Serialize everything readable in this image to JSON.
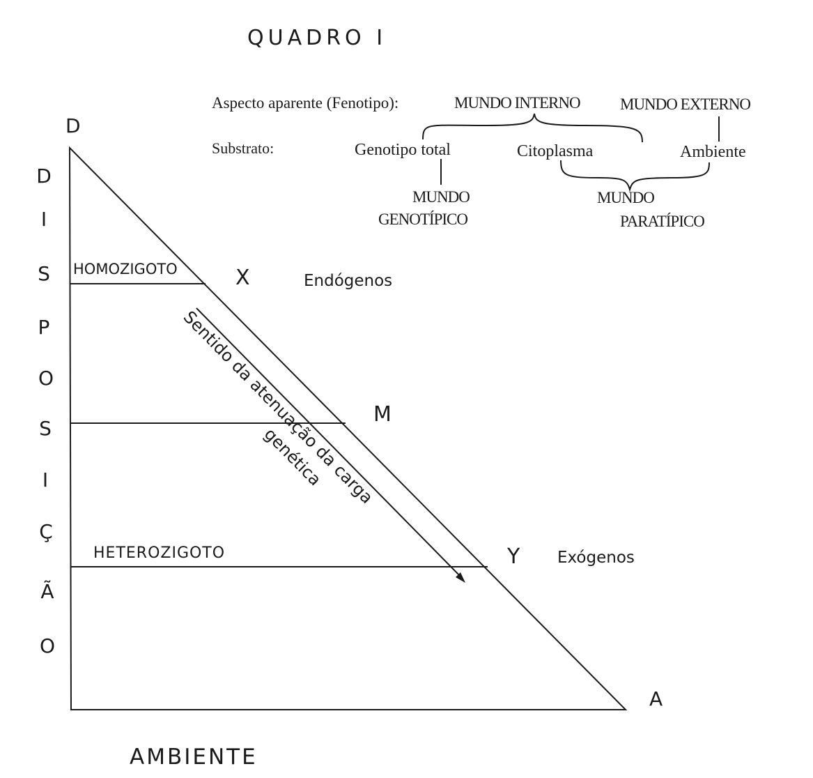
{
  "title": "QUADRO I",
  "header": {
    "aspecto_label": "Aspecto aparente (Fenotipo):",
    "mundo_interno": "MUNDO  INTERNO",
    "mundo_externo": "MUNDO EXTERNO",
    "substrato_label": "Substrato:",
    "genotipo_total": "Genotipo total",
    "citoplasma": "Citoplasma",
    "ambiente": "Ambiente",
    "mundo_genotipico": [
      "MUNDO",
      "GENOTÍPICO"
    ],
    "mundo_paratipico": [
      "MUNDO",
      "PARATÍPICO"
    ]
  },
  "triangle": {
    "vertex_d": "D",
    "vertex_a": "A",
    "point_x": "X",
    "point_m": "M",
    "point_y": "Y",
    "homozigoto": "HOMOZIGOTO",
    "heterozigoto": "HETEROZIGOTO",
    "endogenos": "Endógenos",
    "exogenos": "Exógenos",
    "arrow_label": [
      "Sentido da atenuação da carga",
      "genética"
    ]
  },
  "axis_vertical": [
    "D",
    "I",
    "S",
    "P",
    "O",
    "S",
    "I",
    "Ç",
    "Ã",
    "O"
  ],
  "axis_horizontal": "AMBIENTE"
}
